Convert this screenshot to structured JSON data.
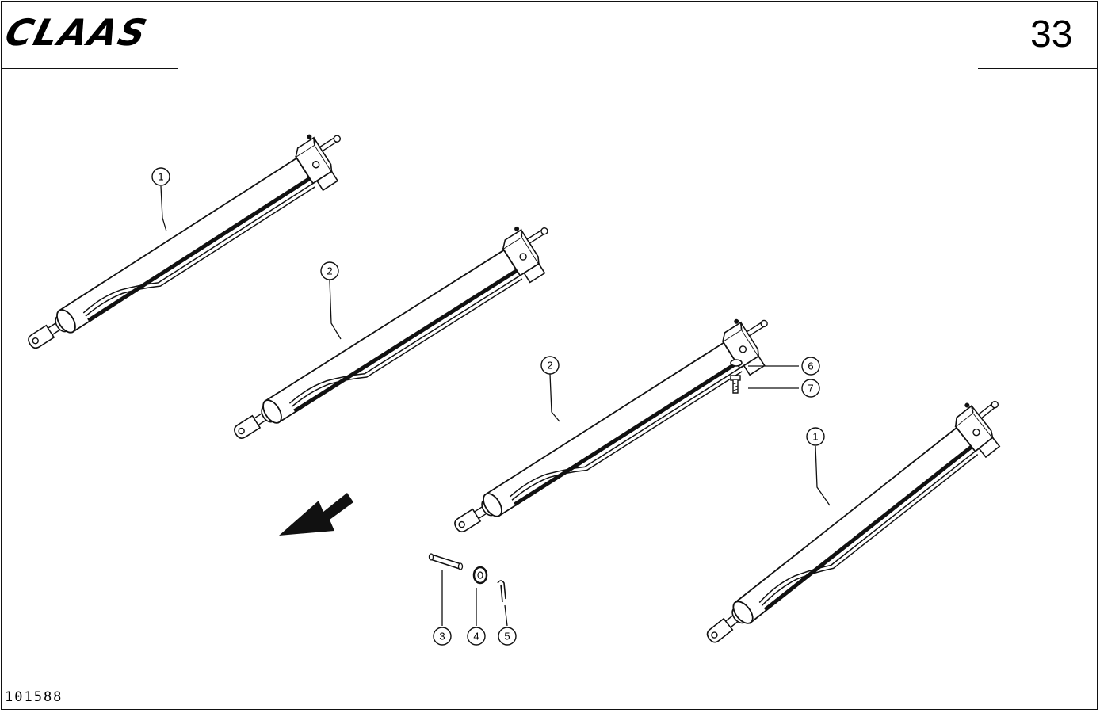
{
  "header": {
    "brand": "CLAAS",
    "page_number": "33"
  },
  "footer": {
    "drawing_number": "101588"
  },
  "callouts": [
    "1",
    "2",
    "2",
    "1",
    "3",
    "4",
    "5",
    "6",
    "7"
  ]
}
